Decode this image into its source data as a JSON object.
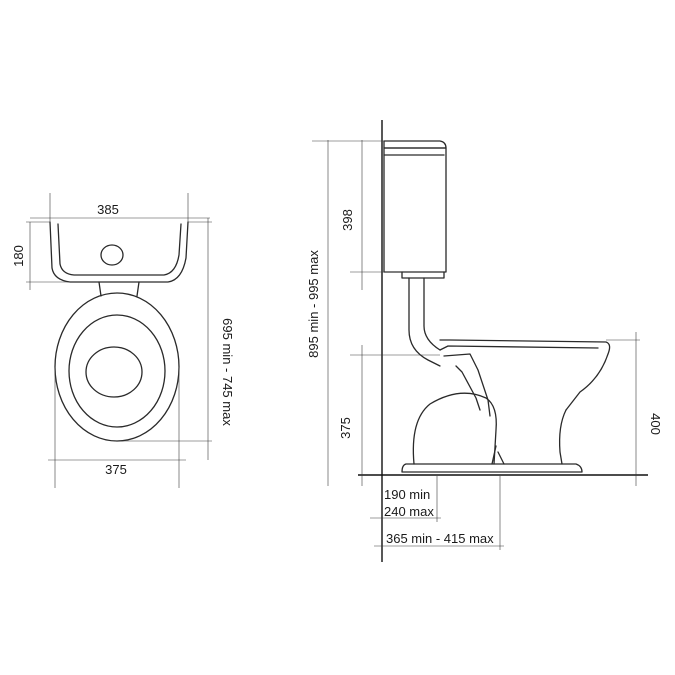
{
  "plan_view": {
    "tank_width": "385",
    "tank_depth": "180",
    "overall_projection": "695 min - 745 max",
    "bowl_width": "375"
  },
  "side_view": {
    "overall_height": "895 min - 995 max",
    "cistern_height": "398",
    "seat_height": "375",
    "rim_height": "400",
    "wall_to_outlet": [
      "190 min",
      "240 max"
    ],
    "wall_to_front": "365 min - 415 max"
  }
}
